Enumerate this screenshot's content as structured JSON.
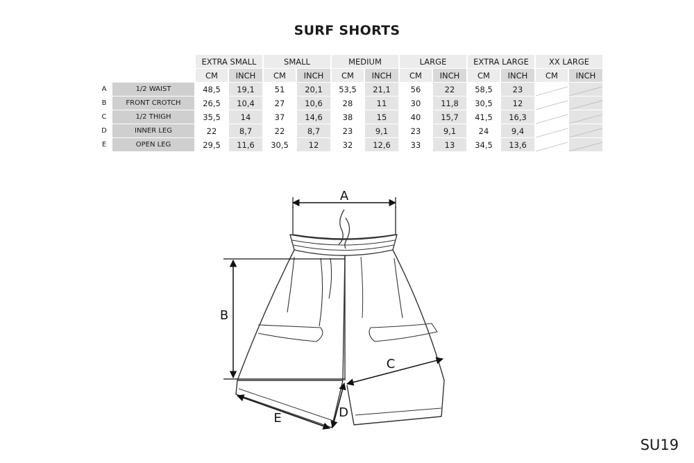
{
  "title": "SURF SHORTS",
  "product_code": "SU19",
  "sizes": [
    "EXTRA SMALL",
    "SMALL",
    "MEDIUM",
    "LARGE",
    "EXTRA LARGE",
    "XX LARGE"
  ],
  "units": {
    "cm": "CM",
    "inch": "INCH"
  },
  "rows": [
    {
      "letter": "A",
      "label": "1/2 WAIST",
      "values": [
        "48,5",
        "19,1",
        "51",
        "20,1",
        "53,5",
        "21,1",
        "56",
        "22",
        "58,5",
        "23",
        "",
        ""
      ]
    },
    {
      "letter": "B",
      "label": "FRONT CROTCH",
      "values": [
        "26,5",
        "10,4",
        "27",
        "10,6",
        "28",
        "11",
        "30",
        "11,8",
        "30,5",
        "12",
        "",
        ""
      ]
    },
    {
      "letter": "C",
      "label": "1/2 THIGH",
      "values": [
        "35,5",
        "14",
        "37",
        "14,6",
        "38",
        "15",
        "40",
        "15,7",
        "41,5",
        "16,3",
        "",
        ""
      ]
    },
    {
      "letter": "D",
      "label": "INNER LEG",
      "values": [
        "22",
        "8,7",
        "22",
        "8,7",
        "23",
        "9,1",
        "23",
        "9,1",
        "24",
        "9,4",
        "",
        ""
      ]
    },
    {
      "letter": "E",
      "label": "OPEN LEG",
      "values": [
        "29,5",
        "11,6",
        "30,5",
        "12",
        "32",
        "12,6",
        "33",
        "13",
        "34,5",
        "13,6",
        "",
        ""
      ]
    }
  ],
  "diagram_labels": {
    "a": "A",
    "b": "B",
    "c": "C",
    "d": "D",
    "e": "E"
  }
}
